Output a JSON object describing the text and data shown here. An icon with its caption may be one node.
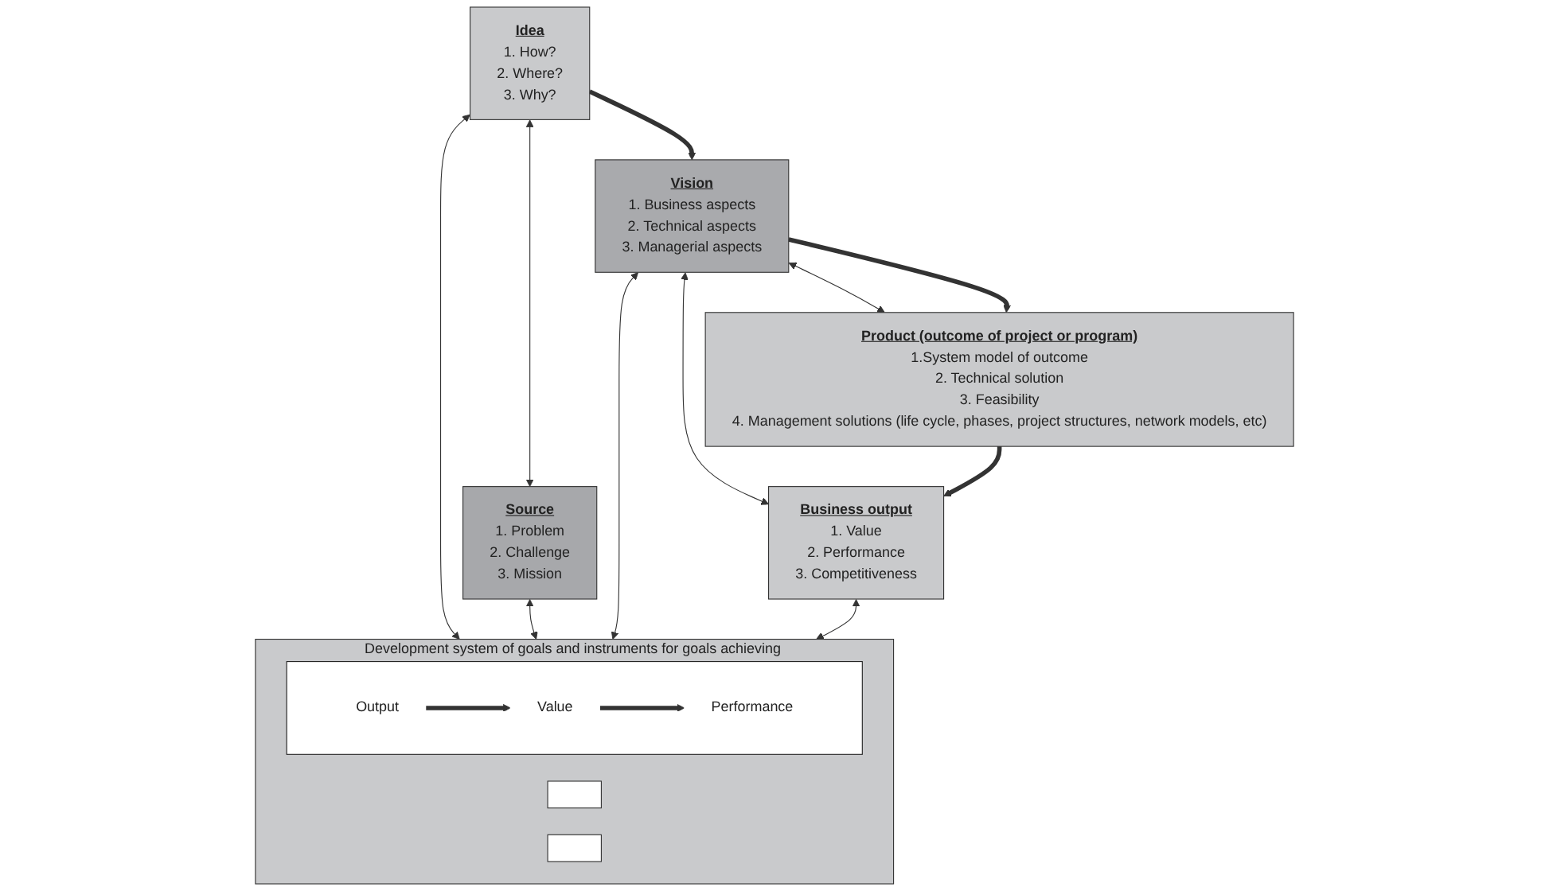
{
  "diagram": {
    "nodes": [
      {
        "text": [
          "Idea",
          "1. How?",
          "2. Where?",
          "3. Why?"
        ]
      },
      {
        "text": [
          "Vision",
          "1. Business aspects",
          "2. Technical aspects",
          "3. Managerial aspects"
        ]
      },
      {
        "text": [
          "Product (outcome of project or program)",
          "1.System model of outcome",
          "2. Technical solution",
          "3. Feasibility",
          "4. Management solutions (life cycle, phases, project structures, network models, etc)"
        ]
      },
      {
        "text": [
          "Source",
          "1. Problem",
          "2. Challenge",
          "3. Mission"
        ]
      },
      {
        "text": [
          "Business output",
          "1. Value",
          "2. Performance",
          "3. Competitiveness"
        ]
      },
      {
        "text": [
          "Development system of goals and instruments for goals achieving"
        ]
      },
      {
        "text": [],
        "shape": "box",
        "in": 5
      },
      {
        "text": [],
        "shape": "box",
        "in": 5
      },
      {
        "text": [],
        "shape": "box",
        "in": 5
      },
      {
        "text": [
          "Output"
        ],
        "in": 8
      },
      {
        "text": [
          "Value"
        ],
        "in": 8
      },
      {
        "text": [
          "Performance"
        ],
        "in": 8
      }
    ],
    "edges": [
      {
        "from": 0,
        "to": 1,
        "arrow": "to",
        "style": "thick"
      },
      {
        "from": 1,
        "to": 2,
        "arrow": "both"
      },
      {
        "from": 1,
        "to": 2,
        "arrow": "to",
        "style": "thick"
      },
      {
        "from": 0,
        "to": 3,
        "arrow": "both"
      },
      {
        "from": 1,
        "to": 4,
        "arrow": "both"
      },
      {
        "from": 2,
        "to": 4,
        "arrow": "to",
        "style": "thick"
      },
      {
        "from": 0,
        "to": 5,
        "arrow": "both"
      },
      {
        "from": 3,
        "to": 5,
        "arrow": "both"
      },
      {
        "from": 1,
        "to": 5,
        "arrow": "both"
      },
      {
        "from": 4,
        "to": 5,
        "arrow": "both"
      },
      {
        "from": 9,
        "to": 10,
        "arrow": "to",
        "style": "thick"
      },
      {
        "from": 10,
        "to": 11,
        "arrow": "to",
        "style": "thick"
      }
    ]
  }
}
